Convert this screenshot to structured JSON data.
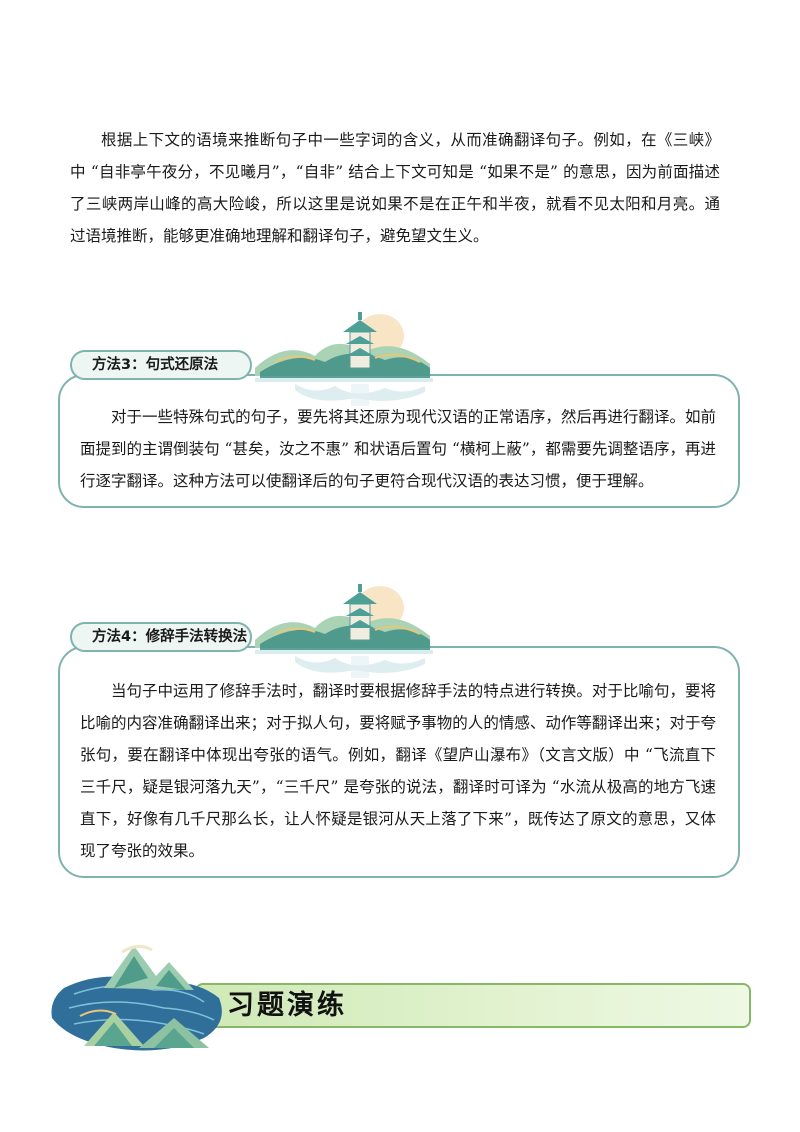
{
  "intro": {
    "text": "根据上下文的语境来推断句子中一些字词的含义，从而准确翻译句子。例如，在《三峡》中 “自非亭午夜分，不见曦月”，“自非” 结合上下文可知是 “如果不是” 的意思，因为前面描述了三峡两岸山峰的高大险峻，所以这里是说如果不是在正午和半夜，就看不见太阳和月亮。通过语境推断，能够更准确地理解和翻译句子，避免望文生义。"
  },
  "method3": {
    "label": "方法3：句式还原法",
    "text": "对于一些特殊句式的句子，要先将其还原为现代汉语的正常语序，然后再进行翻译。如前面提到的主谓倒装句 “甚矣，汝之不惠” 和状语后置句 “横柯上蔽”，都需要先调整语序，再进行逐字翻译。这种方法可以使翻译后的句子更符合现代汉语的表达习惯，便于理解。"
  },
  "method4": {
    "label": "方法4：修辞手法转换法",
    "text": "当句子中运用了修辞手法时，翻译时要根据修辞手法的特点进行转换。对于比喻句，要将比喻的内容准确翻译出来；对于拟人句，要将赋予事物的人的情感、动作等翻译出来；对于夸张句，要在翻译中体现出夸张的语气。例如，翻译《望庐山瀑布》（文言文版）中 “飞流直下三千尺，疑是银河落九天”，“三千尺” 是夸张的说法，翻译时可译为 “水流从极高的地方飞速直下，好像有几千尺那么长，让人怀疑是银河从天上落了下来”，既传达了原文的意思，又体现了夸张的效果。"
  },
  "exercise": {
    "title": "习题演练"
  },
  "colors": {
    "box_border": "#7fb3ae",
    "banner_fill": "#cfe9b6",
    "banner_border": "#87b865"
  },
  "icons": [
    "pavilion-landscape-icon",
    "mountain-island-icon"
  ]
}
